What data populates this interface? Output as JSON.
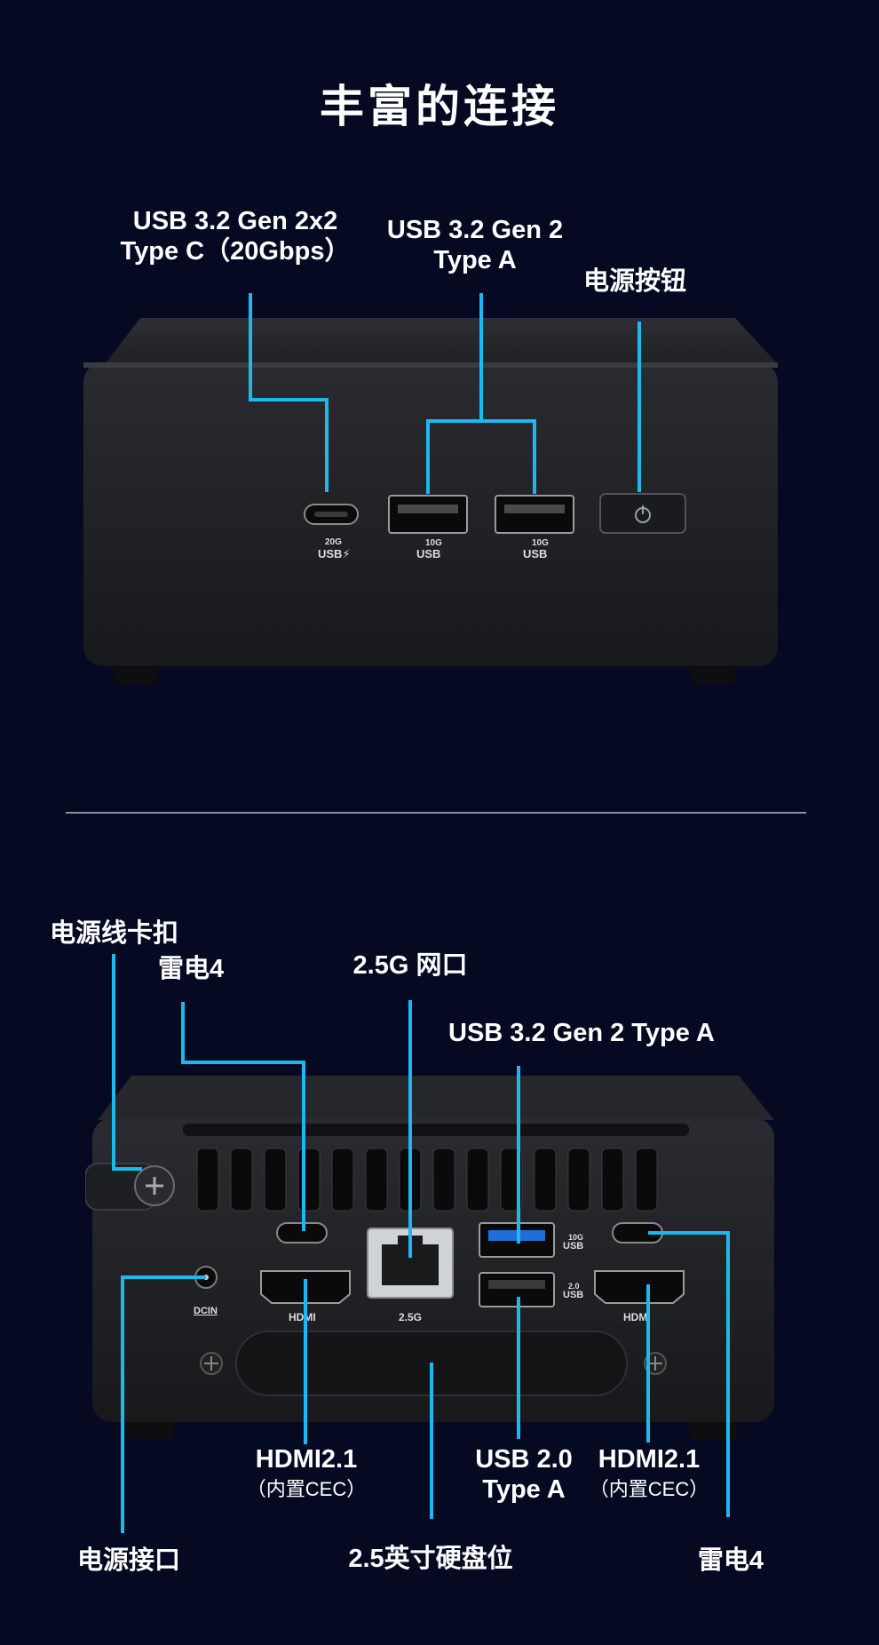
{
  "heading": "丰富的连接",
  "front": {
    "usb_c_label_line1": "USB 3.2 Gen 2x2",
    "usb_c_label_line2": "Type C（20Gbps）",
    "usb_a_label_line1": "USB 3.2 Gen 2",
    "usb_a_label_line2": "Type A",
    "power_button_label": "电源按钮",
    "port_texts": {
      "usbc_speed": "20G",
      "usbc_name": "USB⚡",
      "usba1_speed": "10G",
      "usba1_name": "USB",
      "usba2_speed": "10G",
      "usba2_name": "USB"
    }
  },
  "rear": {
    "cable_clip_label": "电源线卡扣",
    "thunderbolt_left_label": "雷电4",
    "lan_label": "2.5G 网口",
    "usb_a_top_label": "USB 3.2 Gen 2 Type A",
    "hdmi_left_line1": "HDMI2.1",
    "hdmi_left_line2": "（内置CEC）",
    "usb20_line1": "USB 2.0",
    "usb20_line2": "Type A",
    "hdmi_right_line1": "HDMI2.1",
    "hdmi_right_line2": "（内置CEC）",
    "power_jack_label": "电源接口",
    "hdd_bay_label": "2.5英寸硬盘位",
    "thunderbolt_right_label": "雷电4",
    "port_texts": {
      "dcin": "DCIN",
      "hdmi_left": "HDMI",
      "lan": "2.5G",
      "usb_top_speed": "10G",
      "usb_top_name": "USB",
      "usb_bottom_speed": "2.0",
      "usb_bottom_name": "USB",
      "hdmi_right": "HDMI"
    }
  },
  "colors": {
    "background": "#050a22",
    "callout_line": "#1cb8f0",
    "device_body": "#1c1d21",
    "usb3_blue": "#1e6fd9"
  }
}
